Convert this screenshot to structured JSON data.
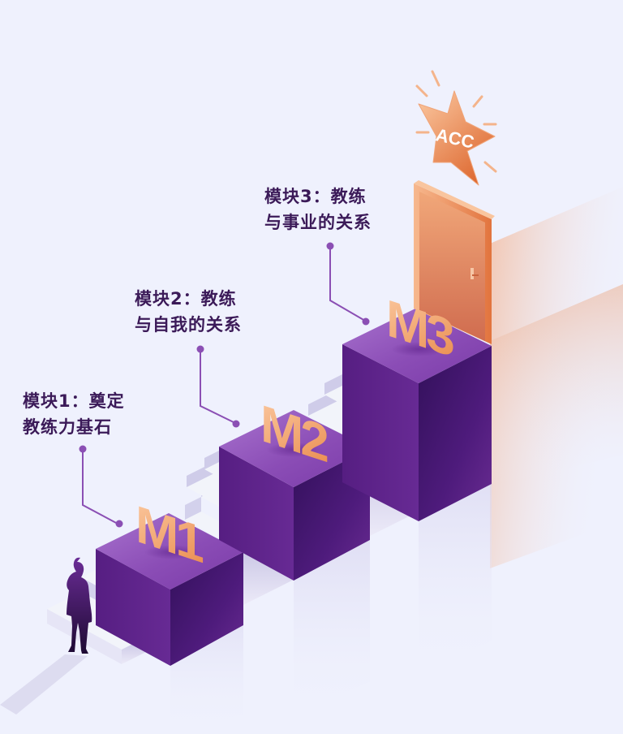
{
  "modules": [
    {
      "id": "M1",
      "badge": "M1",
      "title_line1": "模块1：奠定",
      "title_line2": "教练力基石"
    },
    {
      "id": "M2",
      "badge": "M2",
      "title_line1": "模块2：教练",
      "title_line2": "与自我的关系"
    },
    {
      "id": "M3",
      "badge": "M3",
      "title_line1": "模块3：教练",
      "title_line2": "与事业的关系"
    }
  ],
  "goal": {
    "badge_text": "ACC",
    "icon": "star-icon",
    "door_icon": "door-icon"
  },
  "figure": {
    "icon": "person-silhouette-icon"
  },
  "colors": {
    "background": "#eff1fd",
    "label_text": "#3b1a58",
    "platform_top": "#8f52b8",
    "platform_front": "#5a2287",
    "platform_side": "#3b1160",
    "stair_tread": "#f1f3f9",
    "stair_riser": "#cfcfea",
    "accent_orange": "#ec9a63",
    "connector": "#8b4fb4"
  }
}
